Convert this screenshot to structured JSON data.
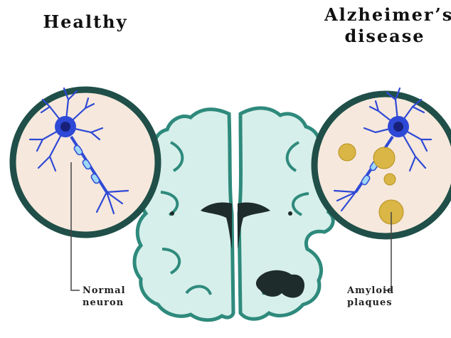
{
  "titles": {
    "left": "Healthy",
    "right_line1": "Alzheimer’s",
    "right_line2": "disease"
  },
  "labels": {
    "left_line1": "Normal",
    "left_line2": "neuron",
    "right_line1": "Amyloid",
    "right_line2": "plaques"
  },
  "colors": {
    "circle_border": "#1f4f48",
    "circle_fill": "#f6e8dc",
    "brain_fill": "#d6efea",
    "brain_outline": "#2e8a7c",
    "ventricle": "#1e2c2b",
    "neuron": "#2e49d6",
    "neuron_light": "#9ed8f4",
    "plaque": "#d9b645"
  },
  "icons": [
    "healthy-neuron-illustration",
    "brain-cross-section",
    "diseased-neuron-illustration",
    "amyloid-plaque"
  ]
}
